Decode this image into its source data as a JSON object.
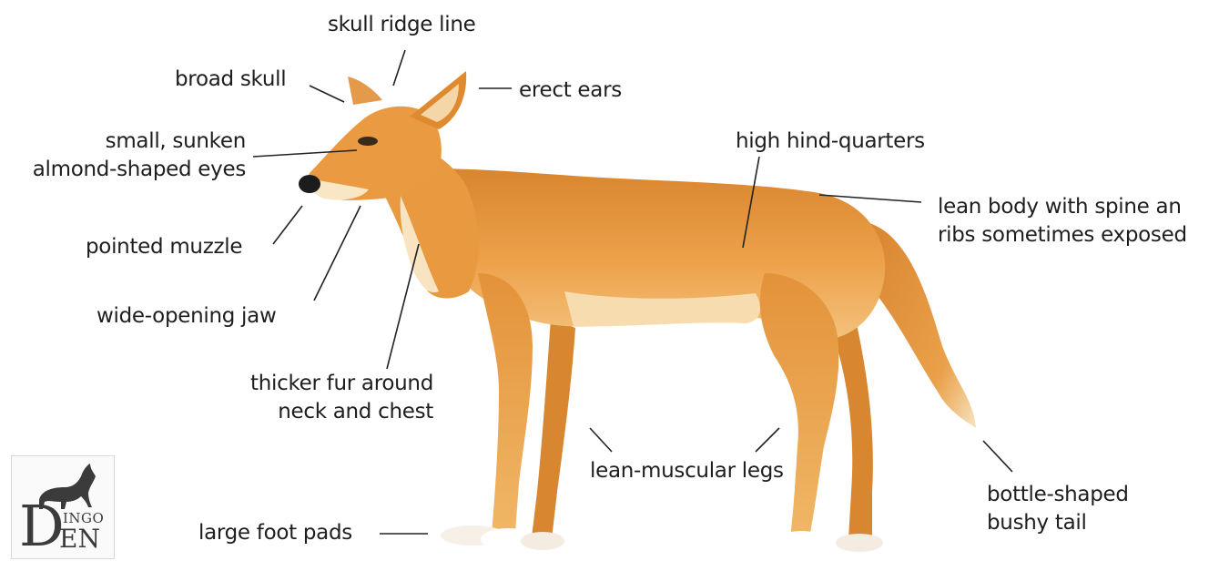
{
  "labels": {
    "skull_ridge": "skull ridge line",
    "broad_skull": "broad skull",
    "erect_ears": "erect ears",
    "eyes": "small, sunken\nalmond-shaped eyes",
    "high_hind": "high hind-quarters",
    "lean_body": "lean body with spine an\nribs sometimes exposed",
    "muzzle": "pointed muzzle",
    "jaw": "wide-opening jaw",
    "fur": "thicker fur around\nneck and chest",
    "legs": "lean-muscular legs",
    "tail": "bottle-shaped\nbushy tail",
    "foot_pads": "large foot pads"
  },
  "logo": {
    "d": "D",
    "ingo": "INGO",
    "en": "EN"
  },
  "colors": {
    "coat": "#e89a3c",
    "coat_dark": "#cf7a24",
    "cream": "#f8e6c4",
    "leader": "#222222"
  }
}
